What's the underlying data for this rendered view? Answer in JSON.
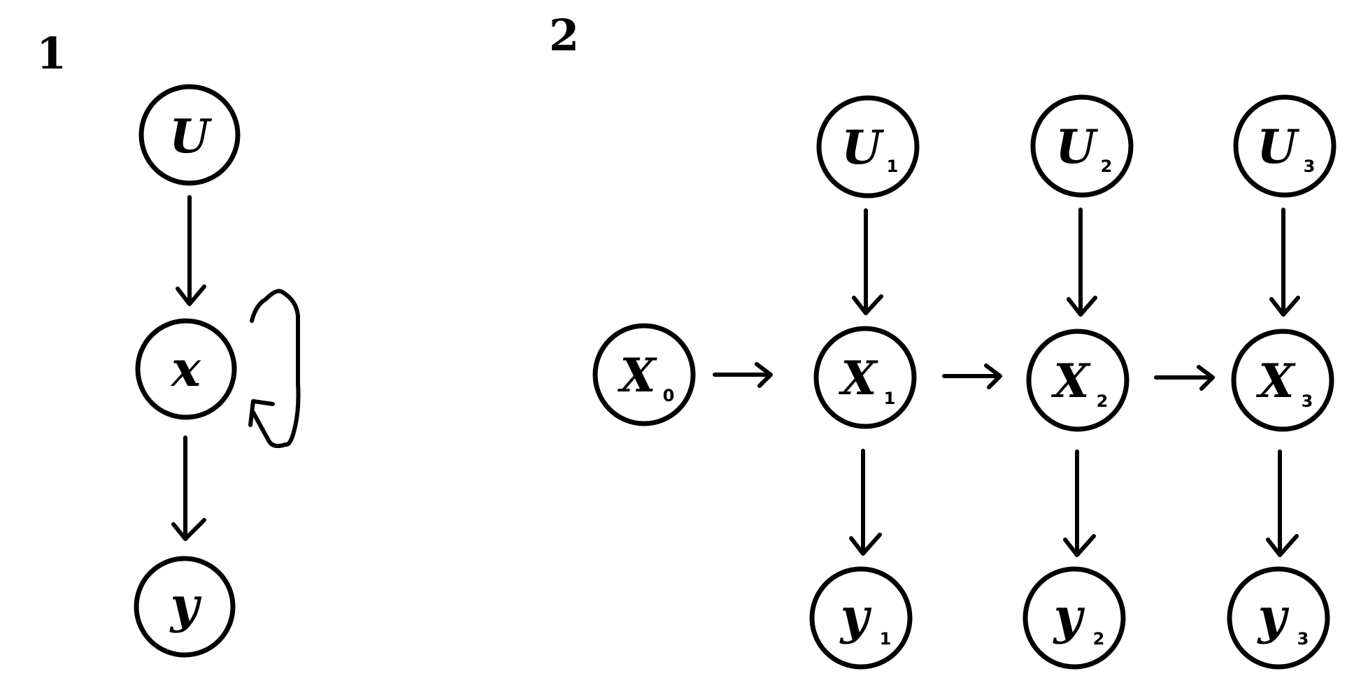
{
  "panels": [
    {
      "number": "1"
    },
    {
      "number": "2"
    }
  ],
  "diagram1": {
    "nodes": {
      "u": {
        "label": "U"
      },
      "x": {
        "label": "x"
      },
      "y": {
        "label": "y"
      }
    },
    "edges": [
      "u->x",
      "x->y",
      "x->x"
    ]
  },
  "diagram2": {
    "nodes": {
      "x0": {
        "label": "X",
        "sub": "0"
      },
      "u1": {
        "label": "U",
        "sub": "1"
      },
      "u2": {
        "label": "U",
        "sub": "2"
      },
      "u3": {
        "label": "U",
        "sub": "3"
      },
      "x1": {
        "label": "X",
        "sub": "1"
      },
      "x2": {
        "label": "X",
        "sub": "2"
      },
      "x3": {
        "label": "X",
        "sub": "3"
      },
      "y1": {
        "label": "y",
        "sub": "1"
      },
      "y2": {
        "label": "y",
        "sub": "2"
      },
      "y3": {
        "label": "y",
        "sub": "3"
      }
    },
    "edges": [
      "u1->x1",
      "u2->x2",
      "u3->x3",
      "x0->x1",
      "x1->x2",
      "x2->x3",
      "x1->y1",
      "x2->y2",
      "x3->y3"
    ]
  },
  "colors": {
    "ink": "#000000",
    "background": "#ffffff"
  }
}
